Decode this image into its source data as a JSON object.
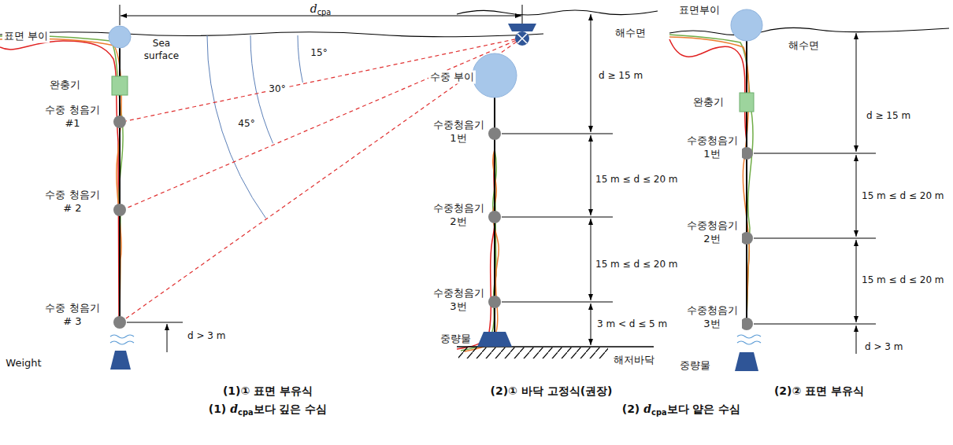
{
  "diagram": {
    "labels": [
      "d",
      "cpa",
      "표면 부이",
      "Sea surface",
      "15°",
      "30°",
      "45°",
      "완충기",
      "수중 청음기 #1",
      "수중 청음기 # 2",
      "수중 청음기 # 3",
      "d > 3 m",
      "Weight",
      "해수면",
      "수중 부이",
      "d ≥ 15 m",
      "수중청음기 1번",
      "15 m ≤ d ≤ 20 m",
      "수중청음기 2번",
      "15 m ≤ d ≤ 20 m",
      "수중청음기 3번",
      "3 m < d ≤ 5 m",
      "중량물",
      "해저바닥",
      "표면부이",
      "해수면",
      "완충기",
      "d ≥ 15 m",
      "수중청음기 1번",
      "15 m ≤ d ≤ 20 m",
      "수중청음기 2번",
      "15 m ≤ d ≤ 20 m",
      "수중청음기 3번",
      "d > 3 m",
      "중량물",
      "(1)① 표면 부유식",
      "(1)",
      "d",
      "cpa",
      "보다 깊은 수심",
      "(2)① 바닥 고정식(권장)",
      "(2)② 표면 부유식",
      "(2)",
      "d",
      "cpa",
      "보다 얕은 수심"
    ]
  }
}
